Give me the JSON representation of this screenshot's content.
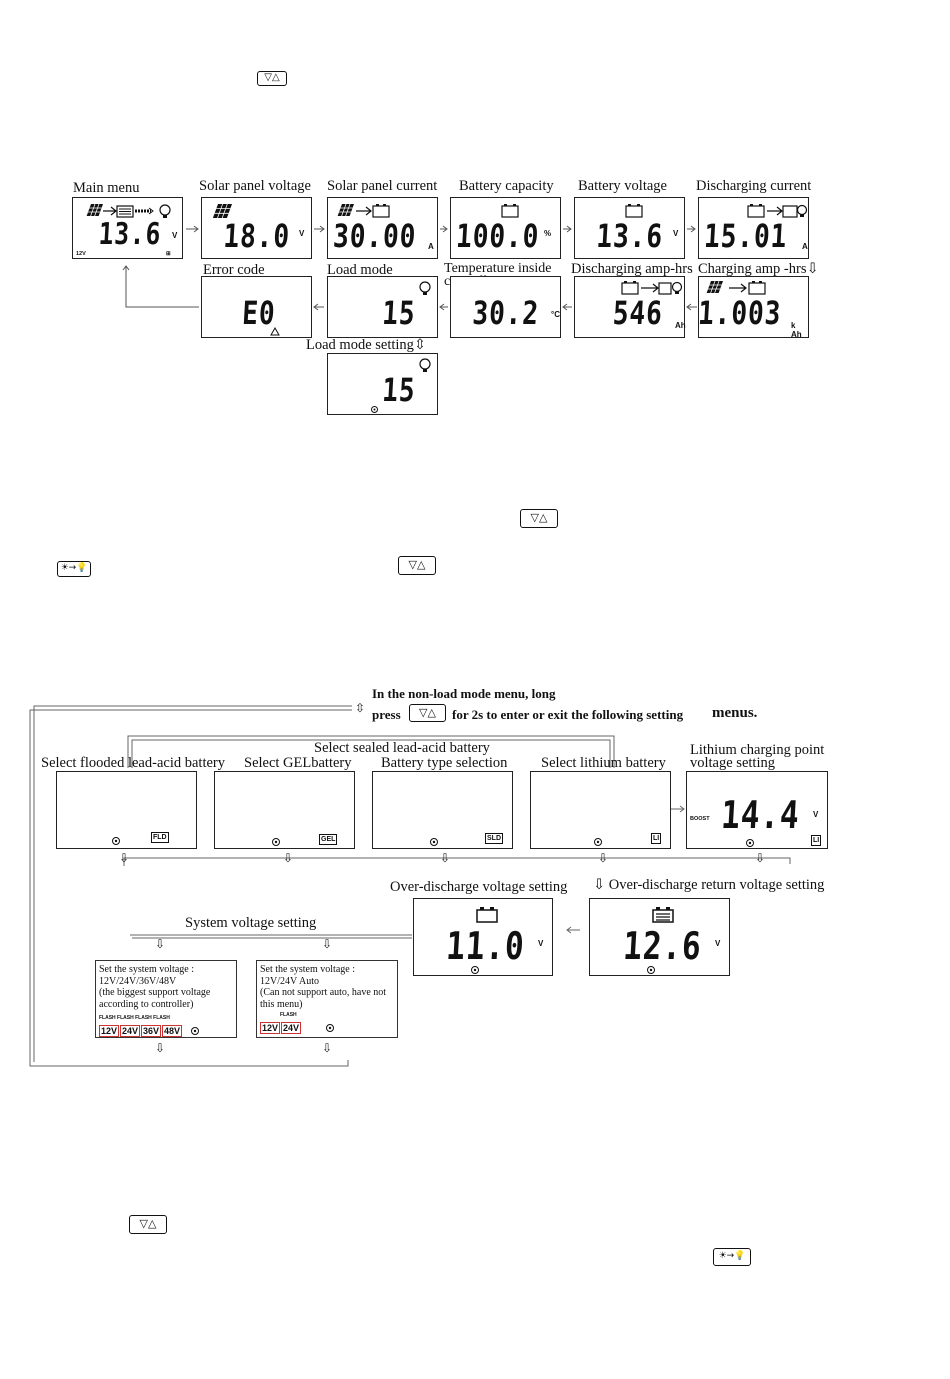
{
  "top_key": "▽△",
  "section1": {
    "labels": {
      "main_menu": "Main menu",
      "pv_voltage": "Solar panel voltage",
      "pv_current": "Solar panel current",
      "batt_capacity": "Battery capacity",
      "batt_voltage": "Battery voltage",
      "dis_current": "Discharging current",
      "error_code": "Error code",
      "load_mode": "Load mode",
      "temp1": "Temperature inside",
      "temp2": "controller",
      "dis_amph": "Discharging amp-hrs",
      "chg_amph": "Charging amp -hrs⇩",
      "load_setting": "Load mode setting⇳"
    },
    "values": {
      "main": "13.6",
      "pv_voltage": "18.0",
      "pv_current": "30.00",
      "capacity": "100.0",
      "batt_voltage": "13.6",
      "dis_current": "15.01",
      "error": "E0",
      "load_mode": "15",
      "temp": "30.2",
      "dis_amph": "546",
      "chg_amph": "1.003",
      "load_setting": "15"
    },
    "units": {
      "v": "V",
      "a": "A",
      "pct": "%",
      "c": "°C",
      "ah": "Ah",
      "kah": "k Ah"
    },
    "main_small": {
      "left": "12V",
      "right": "⊞"
    }
  },
  "mid_keys": {
    "k1": "▽△",
    "k2": "☀→💡",
    "k3": "▽△"
  },
  "section2": {
    "intro_line1": "In the non-load mode menu, long",
    "intro_press": "press",
    "intro_key": "▽△",
    "intro_rest": "for 2s to enter or exit the following setting",
    "intro_menus": "menus.",
    "sealed_label": "Select sealed lead-acid battery",
    "labels": {
      "flooded": "Select flooded  lead-acid battery",
      "gel": "Select GELbattery",
      "type": "Battery type selection",
      "lithium": "Select lithium battery",
      "li_charge1": "Lithium charging point",
      "li_charge2": "voltage setting",
      "over_dis": "Over-discharge voltage setting",
      "over_ret": "⇩ Over-discharge return voltage setting",
      "sys_v": "System voltage setting"
    },
    "tags": {
      "fld": "FLD",
      "gel": "GEL",
      "sld": "SLD",
      "li1": "LI",
      "li2": "LI"
    },
    "boost": "BOOST",
    "values": {
      "li_charge": "14.4",
      "over_dis": "11.0",
      "over_ret": "12.6"
    },
    "unit_v": "V",
    "note1": {
      "l1": "Set the system voltage :",
      "l2": "12V/24V/36V/48V",
      "l3": "(the biggest support voltage",
      "l4": "according to controller)",
      "flash": "FLASH FLASH FLASH FLASH",
      "v": [
        "12V",
        "24V",
        "36V",
        "48V"
      ]
    },
    "note2": {
      "l1": "Set the system voltage :",
      "l2": "12V/24V Auto",
      "l3": "(Can not support auto, have not",
      "l4": "this menu)",
      "flash": "FLASH",
      "v": [
        "12V",
        "24V"
      ]
    }
  },
  "bottom_keys": {
    "k1": "▽△",
    "k2": "☀→💡"
  }
}
